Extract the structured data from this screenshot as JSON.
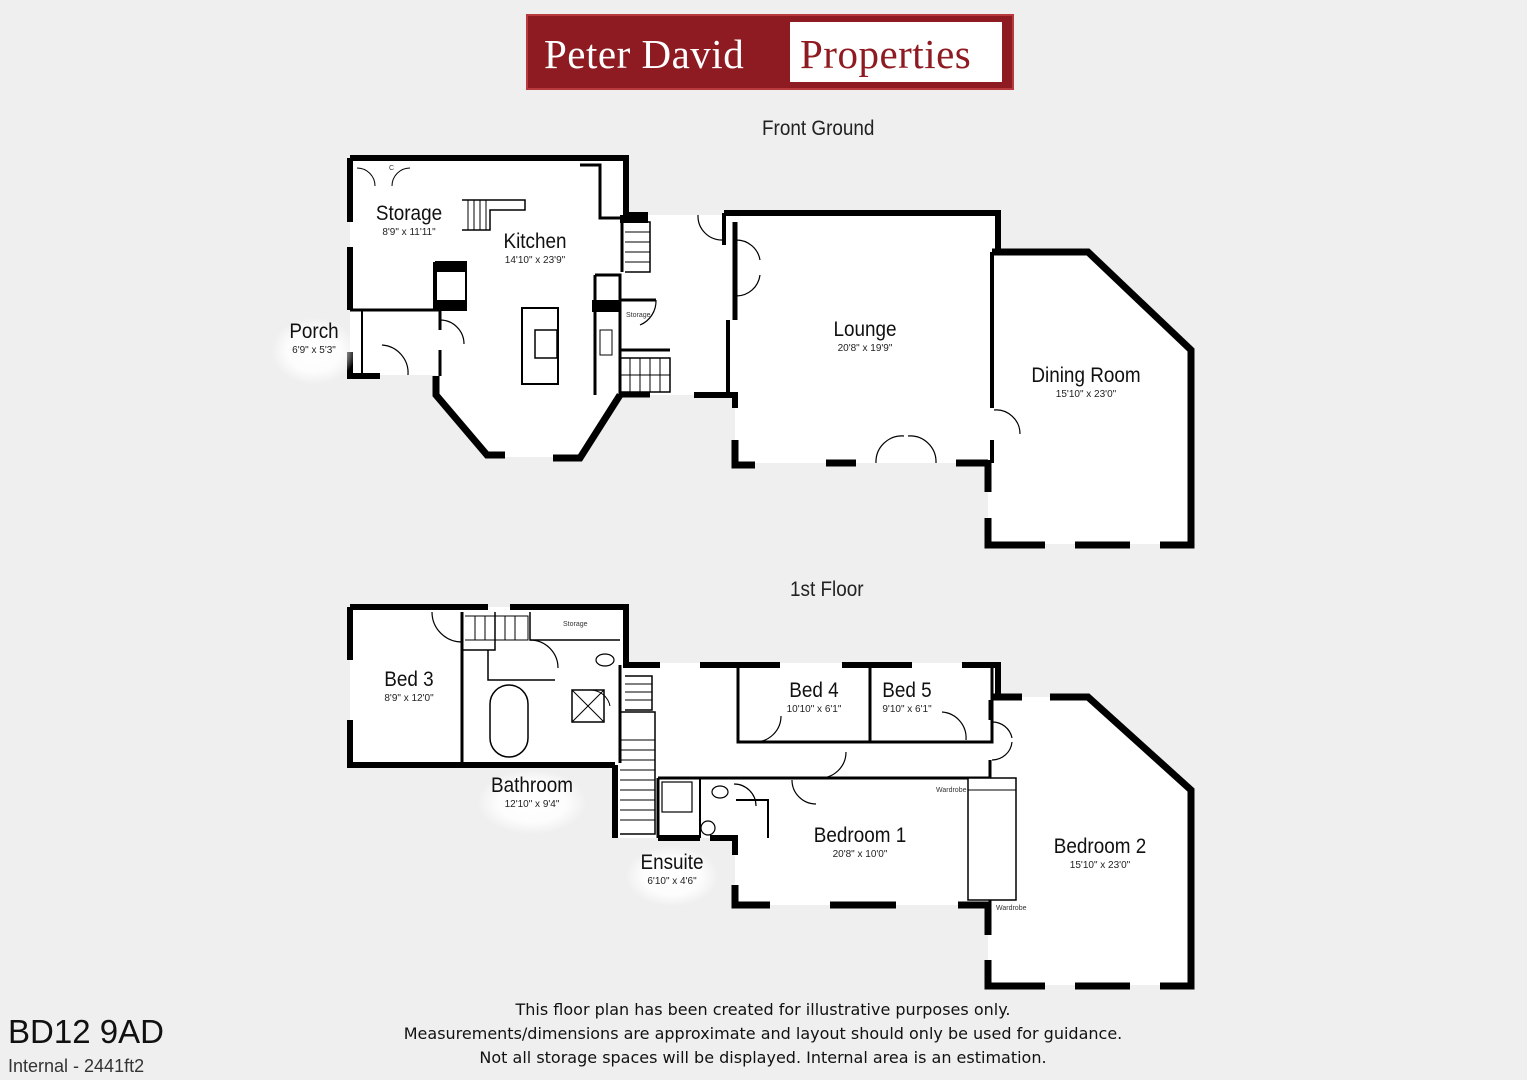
{
  "brand": {
    "left": "Peter David",
    "right": "Properties"
  },
  "floors": [
    {
      "title": "Front Ground"
    },
    {
      "title": "1st Floor"
    }
  ],
  "rooms": {
    "storage_gf": {
      "name": "Storage",
      "dim": "8'9\" x 11'11\""
    },
    "kitchen": {
      "name": "Kitchen",
      "dim": "14'10\" x 23'9\""
    },
    "porch": {
      "name": "Porch",
      "dim": "6'9\" x 5'3\""
    },
    "lounge": {
      "name": "Lounge",
      "dim": "20'8\" x 19'9\""
    },
    "dining": {
      "name": "Dining Room",
      "dim": "15'10\" x 23'0\""
    },
    "bed3": {
      "name": "Bed 3",
      "dim": "8'9\" x 12'0\""
    },
    "bed4": {
      "name": "Bed 4",
      "dim": "10'10\" x 6'1\""
    },
    "bed5": {
      "name": "Bed 5",
      "dim": "9'10\" x 6'1\""
    },
    "bathroom": {
      "name": "Bathroom",
      "dim": "12'10\" x 9'4\""
    },
    "bedroom1": {
      "name": "Bedroom 1",
      "dim": "20'8\" x 10'0\""
    },
    "bedroom2": {
      "name": "Bedroom 2",
      "dim": "15'10\" x 23'0\""
    },
    "ensuite": {
      "name": "Ensuite",
      "dim": "6'10\" x 4'6\""
    }
  },
  "small_labels": {
    "storage_cupboard_gf": "Storage",
    "storage_cupboard_ff": "Storage",
    "wardrobe_top": "Wardrobe",
    "wardrobe_bottom": "Wardrobe",
    "cupboard_mark": "C"
  },
  "disclaimer": [
    "This floor plan has been created for illustrative purposes only.",
    "Measurements/dimensions are approximate and layout should only be used for guidance.",
    "Not all storage spaces will be displayed. Internal area is an estimation."
  ],
  "postcode": "BD12 9AD",
  "internal_area": "Internal - 2441ft2",
  "colors": {
    "brand_red": "#8e1b21",
    "wall": "#000000",
    "background": "#efefef"
  }
}
